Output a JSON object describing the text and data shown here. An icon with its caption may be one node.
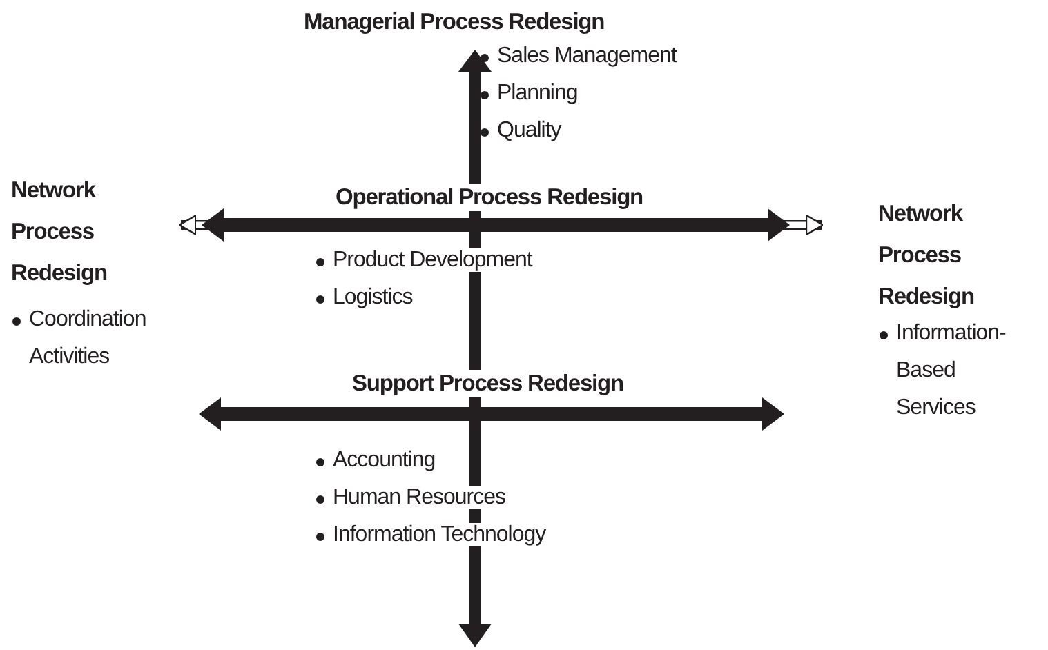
{
  "diagram": {
    "nodes": [
      {
        "text": [
          "Managerial Process Redesign",
          "Sales Management",
          "Planning",
          "Quality"
        ]
      },
      {
        "text": [
          "Operational Process Redesign",
          "Product Development",
          "Logistics"
        ]
      },
      {
        "text": [
          "Support Process Redesign",
          "Accounting",
          "Human Resources",
          "Information Technology"
        ]
      },
      {
        "text": [
          "Network Process Redesign",
          "Coordination Activities"
        ]
      },
      {
        "text": [
          "Network Process Redesign",
          "Information-Based Services"
        ]
      }
    ],
    "edges": [
      {
        "from": null,
        "to": 3,
        "arrow": "to"
      },
      {
        "from": null,
        "to": 4,
        "arrow": "to"
      }
    ]
  }
}
